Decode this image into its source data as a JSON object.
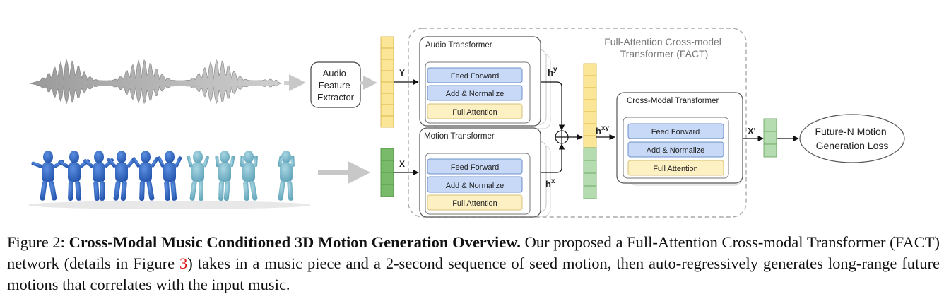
{
  "figure": {
    "audio_extractor_lines": [
      "Audio",
      "Feature",
      "Extractor"
    ],
    "var_y": "Y",
    "var_x": "X",
    "h_y_base": "h",
    "h_y_sup": "y",
    "h_x_base": "h",
    "h_x_sup": "x",
    "h_xy_base": "h",
    "h_xy_sup": "xy",
    "x_prime": "X'",
    "fact_lines": [
      "Full-Attention Cross-model",
      "Transformer (FACT)"
    ],
    "audio_transformer": "Audio Transformer",
    "motion_transformer": "Motion Transformer",
    "cross_modal_transformer": "Cross-Modal Transformer",
    "feed_forward": "Feed Forward",
    "add_normalize": "Add & Normalize",
    "full_attention": "Full Attention",
    "loss_lines": [
      "Future-N Motion",
      "Generation Loss"
    ],
    "colors": {
      "yellow_token": "#fbe597",
      "green_token": "#b4dcb0",
      "green_token_solid": "#78b96a",
      "blue_block": "#c7d9f7",
      "yellow_block": "#fdf0c3",
      "dancer_blue": "#2e63b8",
      "dancer_teal": "#7cb6c8"
    }
  },
  "caption": {
    "prefix": "Figure 2: ",
    "title": "Cross-Modal Music Conditioned 3D Motion Generation Overview.",
    "text1": " Our proposed a Full-Attention Cross-modal Transformer (FACT) network (details in Figure ",
    "ref": "3",
    "text2": ") takes in a music piece and a 2-second sequence of seed motion, then auto-regressively generates long-range future motions that correlates with the input music."
  }
}
